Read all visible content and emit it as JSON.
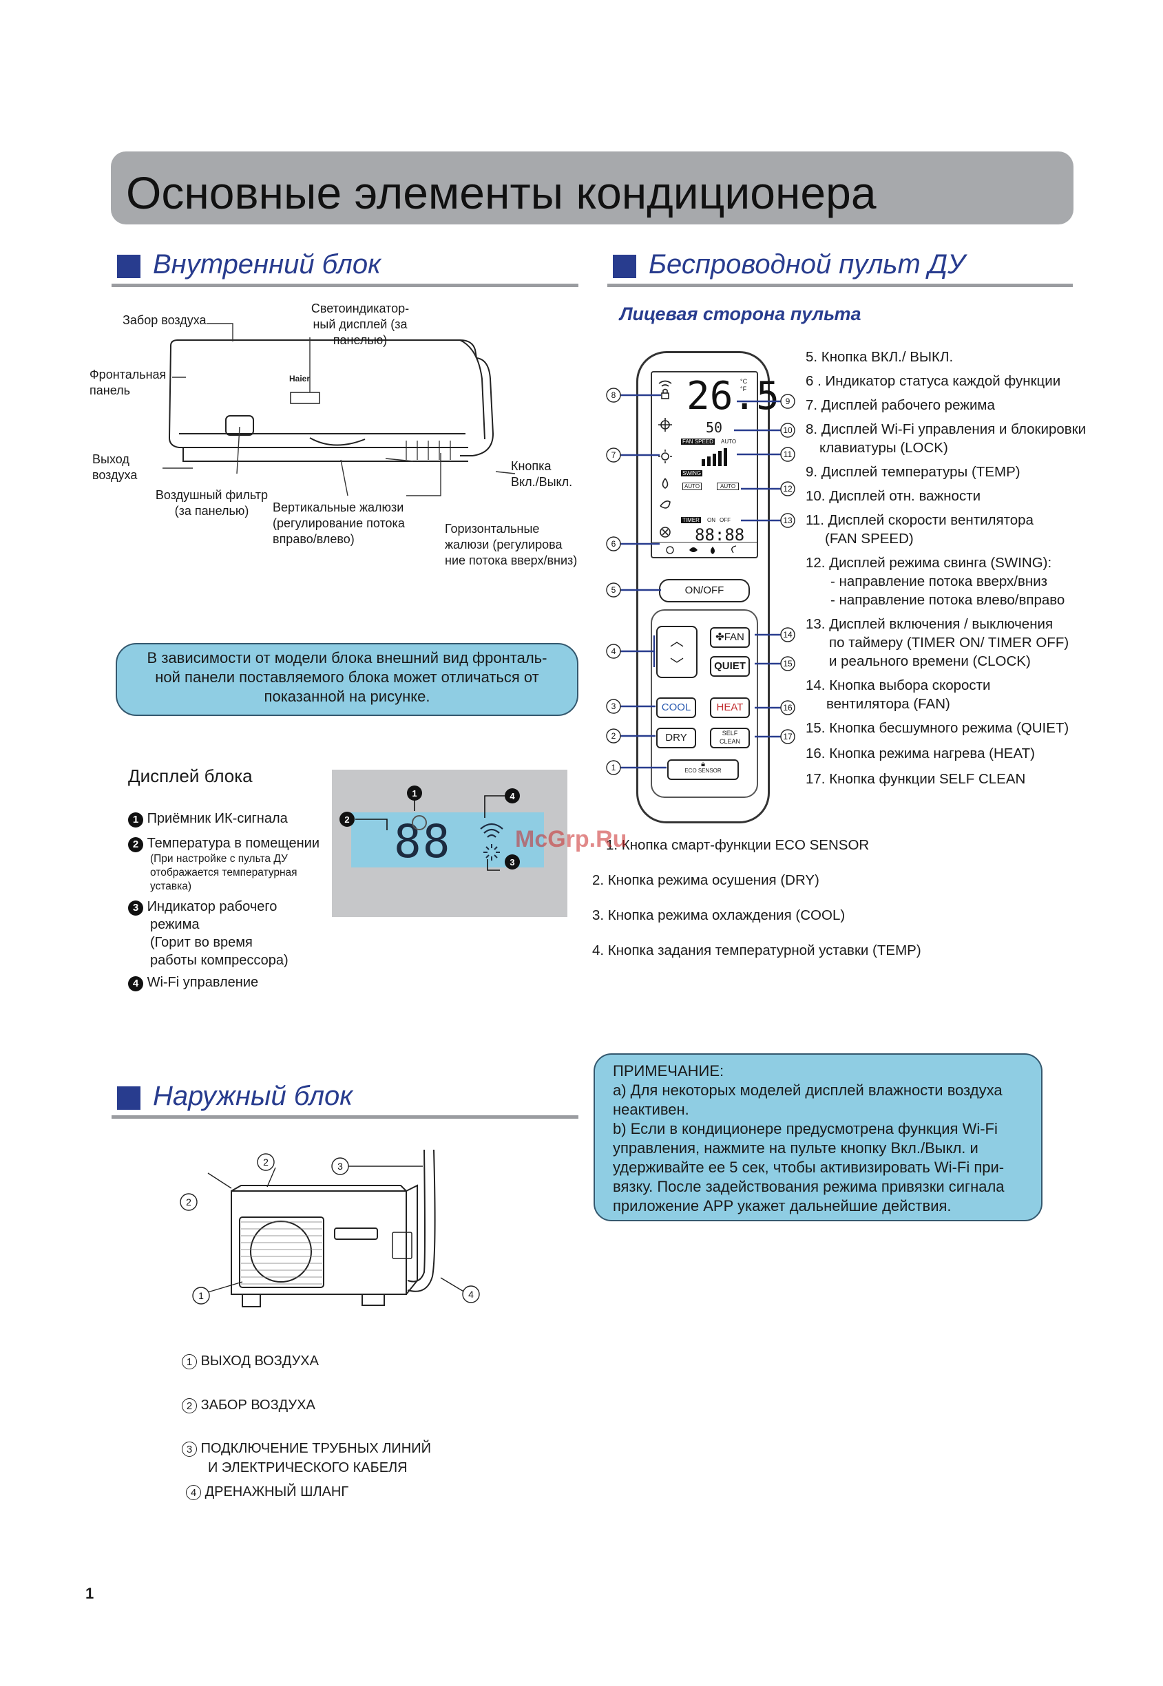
{
  "page_title": "Основные элементы кондиционера",
  "indoor": {
    "heading": "Внутренний блок",
    "labels": {
      "air_intake": "Забор воздуха",
      "led_display": [
        "Светоиндикатор-",
        "ный дисплей (за",
        "панелью)"
      ],
      "front_panel": [
        "Фронтальная",
        "панель"
      ],
      "air_outlet": [
        "Выход",
        "воздуха"
      ],
      "onoff": [
        "Кнопка",
        "Вкл./Выкл."
      ],
      "air_filter": [
        "Воздушный фильтр",
        "(за панелью)"
      ],
      "vertical_louvers": [
        "Вертикальные жалюзи",
        "(регулирование потока",
        "вправо/влево)"
      ],
      "horizontal_louvers": [
        "Горизонтальные",
        "жалюзи (регулирова",
        "ние потока вверх/вниз)"
      ]
    },
    "brand": "Haier",
    "note": [
      "В зависимости от модели блока внешний вид фронталь-",
      "ной панели поставляемого блока может отличаться от",
      "показанной на рисунке."
    ]
  },
  "display": {
    "heading": "Дисплей блока",
    "digits": "88",
    "items": [
      {
        "num": "1",
        "text": "Приёмник ИК-сигнала"
      },
      {
        "num": "2",
        "text": "Температура в помещении",
        "sub": [
          "(При настройке с пульта ДУ",
          "отображается температурная",
          "уставка)"
        ]
      },
      {
        "num": "3",
        "text_lines": [
          "Индикатор рабочего",
          "режима",
          "(Горит во время",
          "работы компрессора)"
        ]
      },
      {
        "num": "4",
        "text": "Wi-Fi управление"
      }
    ]
  },
  "outdoor": {
    "heading": "Наружный блок",
    "items": [
      {
        "num": "1",
        "lines": [
          "ВЫХОД ВОЗДУХА"
        ]
      },
      {
        "num": "2",
        "lines": [
          "ЗАБОР ВОЗДУХА"
        ]
      },
      {
        "num": "3",
        "lines": [
          "ПОДКЛЮЧЕНИЕ ТРУБНЫХ ЛИНИЙ",
          "И ЭЛЕКТРИЧЕСКОГО КАБЕЛЯ"
        ]
      },
      {
        "num": "4",
        "lines": [
          "ДРЕНАЖНЫЙ ШЛАНГ"
        ]
      }
    ]
  },
  "remote": {
    "heading": "Беспроводной пульт ДУ",
    "subheading": "Лицевая сторона пульта",
    "screen": {
      "temp": "26.5",
      "units": "°C °F",
      "humidity": "50",
      "fan_speed": "FAN SPEED",
      "auto": "AUTO",
      "swing": "SWING",
      "timer": "TIMER",
      "on": "ON",
      "off": "OFF",
      "clock": "88:88"
    },
    "buttons": {
      "onoff": "ON/OFF",
      "fan": "FAN",
      "quiet": "QUIET",
      "cool": "COOL",
      "heat": "HEAT",
      "dry": "DRY",
      "self_clean": [
        "SELF",
        "CLEAN"
      ],
      "eco": "ECO SENSOR"
    },
    "callouts_left": [
      "8",
      "7",
      "6",
      "5",
      "4",
      "3",
      "2",
      "1"
    ],
    "callouts_right": [
      "9",
      "10",
      "11",
      "12",
      "13",
      "14",
      "15",
      "16",
      "17"
    ],
    "legend_right": [
      [
        "5. Кнопка  ВКЛ./ ВЫКЛ."
      ],
      [
        "6 . Индикатор статуса каждой функции"
      ],
      [
        "7. Дисплей рабочего режима"
      ],
      [
        "8. Дисплей Wi-Fi управления и блокировки",
        "    клавиатуры (LOCK)"
      ],
      [
        "9. Дисплей температуры (TEMP)"
      ],
      [
        "10. Дисплей отн. важности"
      ],
      [
        "11. Дисплей скорости вентилятора",
        "      (FAN SPEED)"
      ],
      [
        "12. Дисплей режима свинга (SWING):",
        "      - направление потока вверх/вниз",
        "      - направление потока влево/вправо"
      ],
      [
        "13. Дисплей включения / выключения",
        "      по таймеру (TIMER ON/ TIMER OFF)",
        "      и реального времени (CLOCK)"
      ],
      [
        "14. Кнопка выбора скорости",
        "      вентилятора (FAN)"
      ],
      [
        "15. Кнопка бесшумного режима (QUIET)"
      ],
      [
        "16. Кнопка режима нагрева (HEAT)"
      ],
      [
        "17. Кнопка функции SELF CLEAN"
      ]
    ],
    "legend_bottom": [
      "1. Кнопка смарт-функции ECO SENSOR",
      "2. Кнопка режима осушения (DRY)",
      "3. Кнопка режима охлаждения (COOL)",
      "4.  Кнопка задания температурной уставки (TEMP)"
    ]
  },
  "watermark": "McGrp.Ru",
  "note": {
    "lines": [
      "ПРИМЕЧАНИЕ:",
      "a) Для некоторых моделей дисплей влажности воздуха",
      "неактивен.",
      "b) Если в кондиционере предусмотрена функция Wi-Fi",
      "управления, нажмите на пульте кнопку Вкл./Выкл. и",
      "удерживайте ее 5 сек, чтобы активизировать Wi-Fi при-",
      "вязку. После задействования режима привязки сигнала",
      "приложение APP укажет дальнейшие действия."
    ]
  },
  "page_number": "1"
}
